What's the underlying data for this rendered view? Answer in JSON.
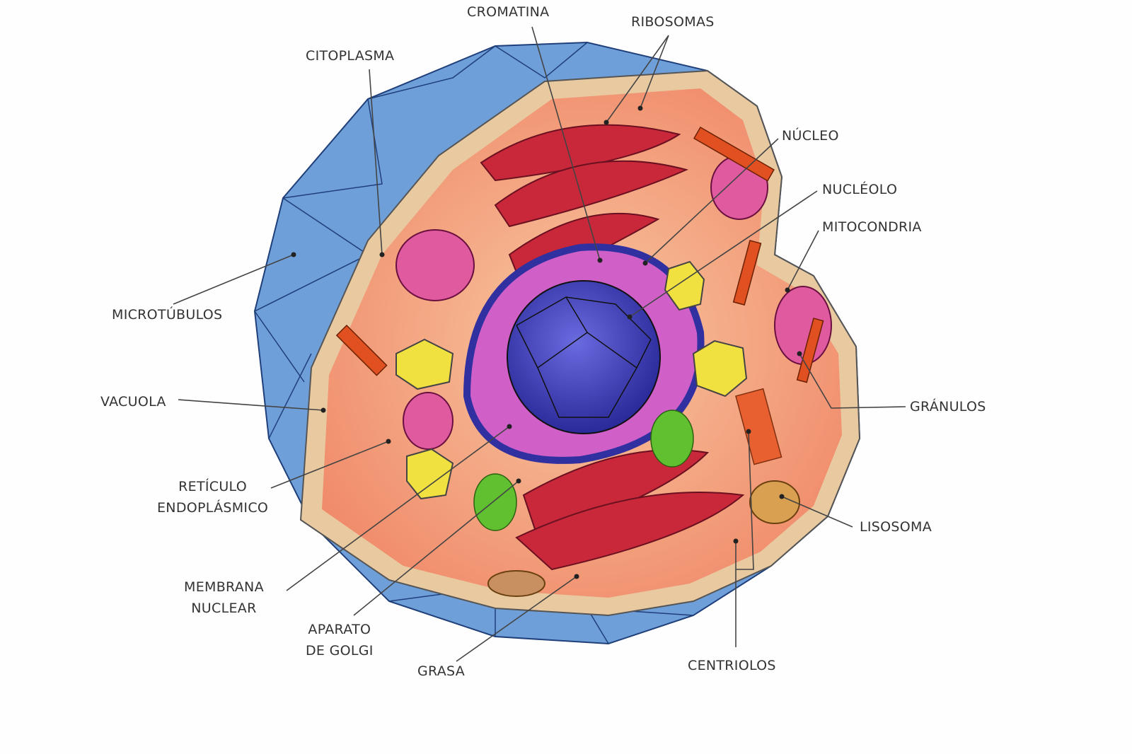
{
  "title": "Cell diagram",
  "labels": {
    "cromatina": "CROMATINA",
    "ribosomas": "RIBOSOMAS",
    "citoplasma": "CITOPLASMA",
    "nucleo": "NÚCLEO",
    "nucleolo": "NUCLÉOLO",
    "mitocondria": "MITOCONDRIA",
    "microtubulos": "MICROTÚBULOS",
    "vacuola": "VACUOLA",
    "granulos": "GRÁNULOS",
    "reticulo_1": "RETÍCULO",
    "reticulo_2": "ENDOPLÁSMICO",
    "lisosoma": "LISOSOMA",
    "membrana_1": "MEMBRANA",
    "membrana_2": "NUCLEAR",
    "golgi_1": "APARATO",
    "golgi_2": "DE GOLGI",
    "grasa": "GRASA",
    "centriolos": "CENTRIOLOS"
  },
  "colors": {
    "membrane": "#4a86d0",
    "border": "#e8c9a0",
    "cytoplasm": "#f4a27a",
    "nuclear_envelope": "#d060c8",
    "nucleolus": "#3a3ab8",
    "organelle_red": "#c8283a",
    "leader_line": "#444444"
  }
}
